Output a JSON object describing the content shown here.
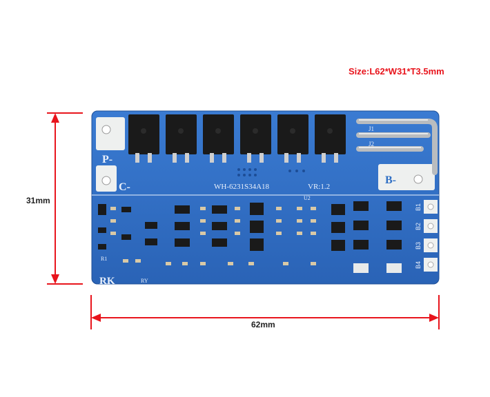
{
  "size_text": "Size:L62*W31*T3.5mm",
  "height_label": "31mm",
  "width_label": "62mm",
  "board": {
    "model": "WH-6231S34A18",
    "version": "VR:1.2",
    "pad_p": "P-",
    "pad_c": "C-",
    "pad_b": "B-",
    "logo": "RK",
    "jumpers": [
      "J1",
      "J2"
    ],
    "cells": [
      "B1",
      "B2",
      "B3",
      "B4"
    ],
    "u_label": "U2",
    "r_labels": [
      "R1",
      "RY"
    ]
  },
  "colors": {
    "board": "#2f6fc4",
    "dimension_line": "#e8141c",
    "mosfet": "#1a1a1a",
    "pad": "#f1f3f2"
  }
}
